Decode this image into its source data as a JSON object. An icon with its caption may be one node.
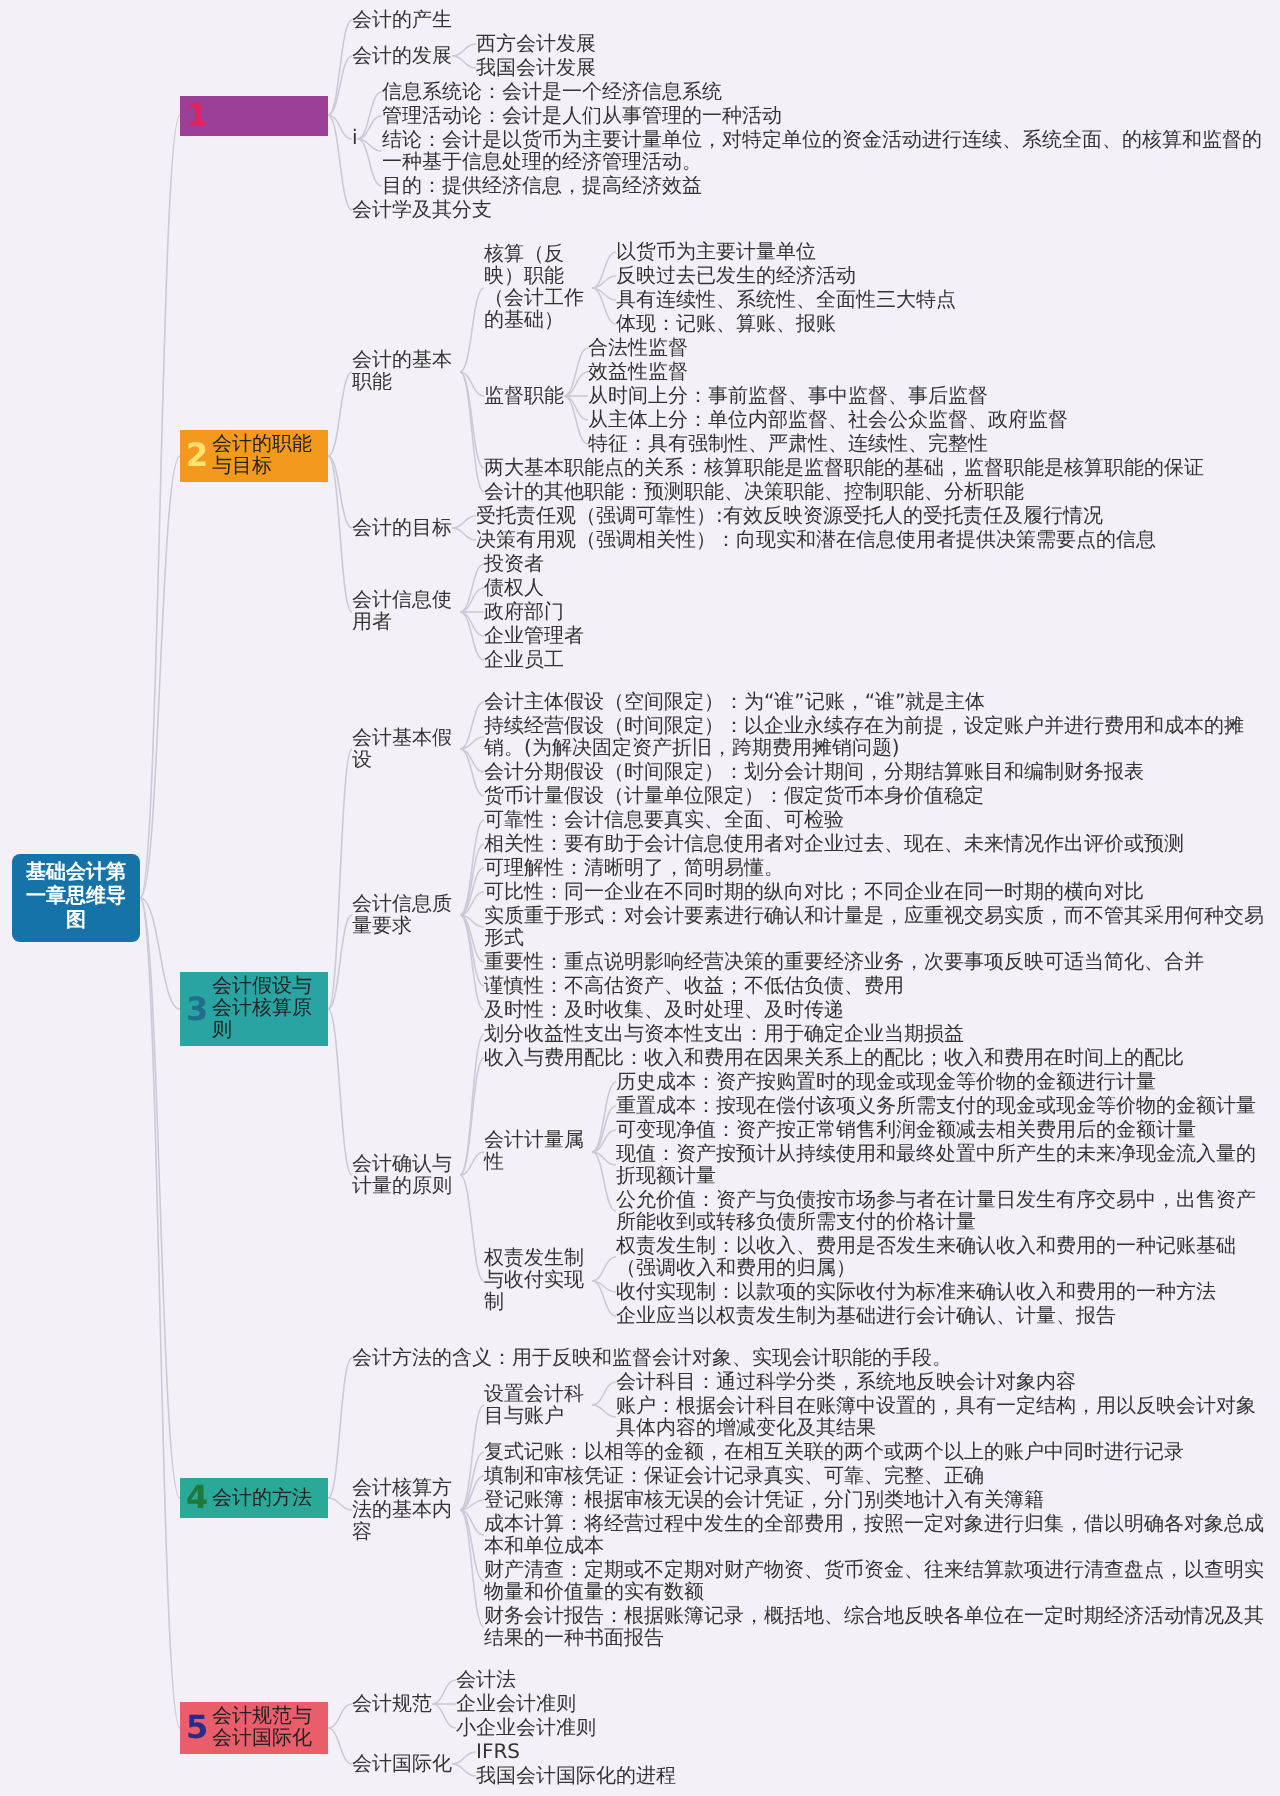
{
  "diagram": {
    "nodes": [
      {
        "text": [
          "基础会计第一章思维导图"
        ]
      },
      {
        "text": [
          "1"
        ]
      },
      {
        "text": [
          "会计的产生"
        ]
      },
      {
        "text": [
          "会计的发展"
        ]
      },
      {
        "text": [
          "西方会计发展"
        ]
      },
      {
        "text": [
          "我国会计发展"
        ]
      },
      {
        "text": [
          "i"
        ]
      },
      {
        "text": [
          "信息系统论：会计是一个经济信息系统"
        ]
      },
      {
        "text": [
          "管理活动论：会计是人们从事管理的一种活动"
        ]
      },
      {
        "text": [
          "结论：会计是以货币为主要计量单位，对特定单位的资金活动进行连续、系统全面、的核算和监督的一种基于信息处理的经济管理活动。"
        ]
      },
      {
        "text": [
          "目的：提供经济信息，提高经济效益"
        ]
      },
      {
        "text": [
          "会计学及其分支"
        ]
      },
      {
        "text": [
          "2",
          "会计的职能与目标"
        ]
      },
      {
        "text": [
          "会计的基本职能"
        ]
      },
      {
        "text": [
          "核算（反映）职能（会计工作的基础）"
        ]
      },
      {
        "text": [
          "以货币为主要计量单位"
        ]
      },
      {
        "text": [
          "反映过去已发生的经济活动"
        ]
      },
      {
        "text": [
          "具有连续性、系统性、全面性三大特点"
        ]
      },
      {
        "text": [
          "体现：记账、算账、报账"
        ]
      },
      {
        "text": [
          "监督职能"
        ]
      },
      {
        "text": [
          "合法性监督"
        ]
      },
      {
        "text": [
          "效益性监督"
        ]
      },
      {
        "text": [
          "从时间上分：事前监督、事中监督、事后监督"
        ]
      },
      {
        "text": [
          "从主体上分：单位内部监督、社会公众监督、政府监督"
        ]
      },
      {
        "text": [
          "特征：具有强制性、严肃性、连续性、完整性"
        ]
      },
      {
        "text": [
          "两大基本职能点的关系：核算职能是监督职能的基础，监督职能是核算职能的保证"
        ]
      },
      {
        "text": [
          "会计的其他职能：预测职能、决策职能、控制职能、分析职能"
        ]
      },
      {
        "text": [
          "会计的目标"
        ]
      },
      {
        "text": [
          "受托责任观（强调可靠性）:有效反映资源受托人的受托责任及履行情况"
        ]
      },
      {
        "text": [
          "决策有用观（强调相关性）：向现实和潜在信息使用者提供决策需要点的信息"
        ]
      },
      {
        "text": [
          "会计信息使用者"
        ]
      },
      {
        "text": [
          "投资者"
        ]
      },
      {
        "text": [
          "债权人"
        ]
      },
      {
        "text": [
          "政府部门"
        ]
      },
      {
        "text": [
          "企业管理者"
        ]
      },
      {
        "text": [
          "企业员工"
        ]
      },
      {
        "text": [
          "3",
          "会计假设与会计核算原则"
        ]
      },
      {
        "text": [
          "会计基本假设"
        ]
      },
      {
        "text": [
          "会计主体假设（空间限定）：为“谁”记账，“谁”就是主体"
        ]
      },
      {
        "text": [
          "持续经营假设（时间限定）：以企业永续存在为前提，设定账户并进行费用和成本的摊销。(为解决固定资产折旧，跨期费用摊销问题)"
        ]
      },
      {
        "text": [
          "会计分期假设（时间限定）：划分会计期间，分期结算账目和编制财务报表"
        ]
      },
      {
        "text": [
          "货币计量假设（计量单位限定）：假定货币本身价值稳定"
        ]
      },
      {
        "text": [
          "会计信息质量要求"
        ]
      },
      {
        "text": [
          "可靠性：会计信息要真实、全面、可检验"
        ]
      },
      {
        "text": [
          "相关性：要有助于会计信息使用者对企业过去、现在、未来情况作出评价或预测"
        ]
      },
      {
        "text": [
          "可理解性：清晰明了，简明易懂。"
        ]
      },
      {
        "text": [
          "可比性：同一企业在不同时期的纵向对比；不同企业在同一时期的横向对比"
        ]
      },
      {
        "text": [
          "实质重于形式：对会计要素进行确认和计量是，应重视交易实质，而不管其采用何种交易形式"
        ]
      },
      {
        "text": [
          "重要性：重点说明影响经营决策的重要经济业务，次要事项反映可适当简化、合并"
        ]
      },
      {
        "text": [
          "谨慎性：不高估资产、收益；不低估负债、费用"
        ]
      },
      {
        "text": [
          "及时性：及时收集、及时处理、及时传递"
        ]
      },
      {
        "text": [
          "会计确认与计量的原则"
        ]
      },
      {
        "text": [
          "划分收益性支出与资本性支出：用于确定企业当期损益"
        ]
      },
      {
        "text": [
          "收入与费用配比：收入和费用在因果关系上的配比；收入和费用在时间上的配比"
        ]
      },
      {
        "text": [
          "会计计量属性"
        ]
      },
      {
        "text": [
          "历史成本：资产按购置时的现金或现金等价物的金额进行计量"
        ]
      },
      {
        "text": [
          "重置成本：按现在偿付该项义务所需支付的现金或现金等价物的金额计量"
        ]
      },
      {
        "text": [
          "可变现净值：资产按正常销售利润金额减去相关费用后的金额计量"
        ]
      },
      {
        "text": [
          "现值：资产按预计从持续使用和最终处置中所产生的未来净现金流入量的折现额计量"
        ]
      },
      {
        "text": [
          "公允价值：资产与负债按市场参与者在计量日发生有序交易中，出售资产所能收到或转移负债所需支付的价格计量"
        ]
      },
      {
        "text": [
          "权责发生制与收付实现制"
        ]
      },
      {
        "text": [
          "权责发生制：以收入、费用是否发生来确认收入和费用的一种记账基础（强调收入和费用的归属）"
        ]
      },
      {
        "text": [
          "收付实现制：以款项的实际收付为标准来确认收入和费用的一种方法"
        ]
      },
      {
        "text": [
          "企业应当以权责发生制为基础进行会计确认、计量、报告"
        ]
      },
      {
        "text": [
          "4",
          "会计的方法"
        ]
      },
      {
        "text": [
          "会计方法的含义：用于反映和监督会计对象、实现会计职能的手段。"
        ]
      },
      {
        "text": [
          "会计核算方法的基本内容"
        ]
      },
      {
        "text": [
          "设置会计科目与账户"
        ]
      },
      {
        "text": [
          "会计科目：通过科学分类，系统地反映会计对象内容"
        ]
      },
      {
        "text": [
          "账户：根据会计科目在账簿中设置的，具有一定结构，用以反映会计对象具体内容的增减变化及其结果"
        ]
      },
      {
        "text": [
          "复式记账：以相等的金额，在相互关联的两个或两个以上的账户中同时进行记录"
        ]
      },
      {
        "text": [
          "填制和审核凭证：保证会计记录真实、可靠、完整、正确"
        ]
      },
      {
        "text": [
          "登记账簿：根据审核无误的会计凭证，分门别类地计入有关簿籍"
        ]
      },
      {
        "text": [
          "成本计算：将经营过程中发生的全部费用，按照一定对象进行归集，借以明确各对象总成本和单位成本"
        ]
      },
      {
        "text": [
          "财产清查：定期或不定期对财产物资、货币资金、往来结算款项进行清查盘点，以查明实物量和价值量的实有数额"
        ]
      },
      {
        "text": [
          "财务会计报告：根据账簿记录，概括地、综合地反映各单位在一定时期经济活动情况及其结果的一种书面报告"
        ]
      },
      {
        "text": [
          "5",
          "会计规范与会计国际化"
        ]
      },
      {
        "text": [
          "会计规范"
        ]
      },
      {
        "text": [
          "会计法"
        ]
      },
      {
        "text": [
          "企业会计准则"
        ]
      },
      {
        "text": [
          "小企业会计准则"
        ]
      },
      {
        "text": [
          "会计国际化"
        ]
      },
      {
        "text": [
          "IFRS"
        ]
      },
      {
        "text": [
          "我国会计国际化的进程"
        ]
      }
    ],
    "edges": [
      {
        "from": 0,
        "to": 1,
        "arrow": "none"
      },
      {
        "from": 1,
        "to": 2,
        "arrow": "none"
      },
      {
        "from": 1,
        "to": 3,
        "arrow": "none"
      },
      {
        "from": 3,
        "to": 4,
        "arrow": "none"
      },
      {
        "from": 3,
        "to": 5,
        "arrow": "none"
      },
      {
        "from": 1,
        "to": 6,
        "arrow": "none"
      },
      {
        "from": 6,
        "to": 7,
        "arrow": "none"
      },
      {
        "from": 6,
        "to": 8,
        "arrow": "none"
      },
      {
        "from": 6,
        "to": 9,
        "arrow": "none"
      },
      {
        "from": 6,
        "to": 10,
        "arrow": "none"
      },
      {
        "from": 1,
        "to": 11,
        "arrow": "none"
      },
      {
        "from": 0,
        "to": 12,
        "arrow": "none"
      },
      {
        "from": 12,
        "to": 13,
        "arrow": "none"
      },
      {
        "from": 13,
        "to": 14,
        "arrow": "none"
      },
      {
        "from": 14,
        "to": 15,
        "arrow": "none"
      },
      {
        "from": 14,
        "to": 16,
        "arrow": "none"
      },
      {
        "from": 14,
        "to": 17,
        "arrow": "none"
      },
      {
        "from": 14,
        "to": 18,
        "arrow": "none"
      },
      {
        "from": 13,
        "to": 19,
        "arrow": "none"
      },
      {
        "from": 19,
        "to": 20,
        "arrow": "none"
      },
      {
        "from": 19,
        "to": 21,
        "arrow": "none"
      },
      {
        "from": 19,
        "to": 22,
        "arrow": "none"
      },
      {
        "from": 19,
        "to": 23,
        "arrow": "none"
      },
      {
        "from": 19,
        "to": 24,
        "arrow": "none"
      },
      {
        "from": 13,
        "to": 25,
        "arrow": "none"
      },
      {
        "from": 13,
        "to": 26,
        "arrow": "none"
      },
      {
        "from": 12,
        "to": 27,
        "arrow": "none"
      },
      {
        "from": 27,
        "to": 28,
        "arrow": "none"
      },
      {
        "from": 27,
        "to": 29,
        "arrow": "none"
      },
      {
        "from": 12,
        "to": 30,
        "arrow": "none"
      },
      {
        "from": 30,
        "to": 31,
        "arrow": "none"
      },
      {
        "from": 30,
        "to": 32,
        "arrow": "none"
      },
      {
        "from": 30,
        "to": 33,
        "arrow": "none"
      },
      {
        "from": 30,
        "to": 34,
        "arrow": "none"
      },
      {
        "from": 30,
        "to": 35,
        "arrow": "none"
      },
      {
        "from": 0,
        "to": 36,
        "arrow": "none"
      },
      {
        "from": 36,
        "to": 37,
        "arrow": "none"
      },
      {
        "from": 37,
        "to": 38,
        "arrow": "none"
      },
      {
        "from": 37,
        "to": 39,
        "arrow": "none"
      },
      {
        "from": 37,
        "to": 40,
        "arrow": "none"
      },
      {
        "from": 37,
        "to": 41,
        "arrow": "none"
      },
      {
        "from": 36,
        "to": 42,
        "arrow": "none"
      },
      {
        "from": 42,
        "to": 43,
        "arrow": "none"
      },
      {
        "from": 42,
        "to": 44,
        "arrow": "none"
      },
      {
        "from": 42,
        "to": 45,
        "arrow": "none"
      },
      {
        "from": 42,
        "to": 46,
        "arrow": "none"
      },
      {
        "from": 42,
        "to": 47,
        "arrow": "none"
      },
      {
        "from": 42,
        "to": 48,
        "arrow": "none"
      },
      {
        "from": 42,
        "to": 49,
        "arrow": "none"
      },
      {
        "from": 42,
        "to": 50,
        "arrow": "none"
      },
      {
        "from": 36,
        "to": 51,
        "arrow": "none"
      },
      {
        "from": 51,
        "to": 52,
        "arrow": "none"
      },
      {
        "from": 51,
        "to": 53,
        "arrow": "none"
      },
      {
        "from": 51,
        "to": 54,
        "arrow": "none"
      },
      {
        "from": 54,
        "to": 55,
        "arrow": "none"
      },
      {
        "from": 54,
        "to": 56,
        "arrow": "none"
      },
      {
        "from": 54,
        "to": 57,
        "arrow": "none"
      },
      {
        "from": 54,
        "to": 58,
        "arrow": "none"
      },
      {
        "from": 54,
        "to": 59,
        "arrow": "none"
      },
      {
        "from": 51,
        "to": 60,
        "arrow": "none"
      },
      {
        "from": 60,
        "to": 61,
        "arrow": "none"
      },
      {
        "from": 60,
        "to": 62,
        "arrow": "none"
      },
      {
        "from": 60,
        "to": 63,
        "arrow": "none"
      },
      {
        "from": 0,
        "to": 64,
        "arrow": "none"
      },
      {
        "from": 64,
        "to": 65,
        "arrow": "none"
      },
      {
        "from": 64,
        "to": 66,
        "arrow": "none"
      },
      {
        "from": 66,
        "to": 67,
        "arrow": "none"
      },
      {
        "from": 67,
        "to": 68,
        "arrow": "none"
      },
      {
        "from": 67,
        "to": 69,
        "arrow": "none"
      },
      {
        "from": 66,
        "to": 70,
        "arrow": "none"
      },
      {
        "from": 66,
        "to": 71,
        "arrow": "none"
      },
      {
        "from": 66,
        "to": 72,
        "arrow": "none"
      },
      {
        "from": 66,
        "to": 73,
        "arrow": "none"
      },
      {
        "from": 66,
        "to": 74,
        "arrow": "none"
      },
      {
        "from": 66,
        "to": 75,
        "arrow": "none"
      },
      {
        "from": 0,
        "to": 76,
        "arrow": "none"
      },
      {
        "from": 76,
        "to": 77,
        "arrow": "none"
      },
      {
        "from": 77,
        "to": 78,
        "arrow": "none"
      },
      {
        "from": 77,
        "to": 79,
        "arrow": "none"
      },
      {
        "from": 77,
        "to": 80,
        "arrow": "none"
      },
      {
        "from": 76,
        "to": 81,
        "arrow": "none"
      },
      {
        "from": 81,
        "to": 82,
        "arrow": "none"
      },
      {
        "from": 81,
        "to": 83,
        "arrow": "none"
      }
    ]
  }
}
